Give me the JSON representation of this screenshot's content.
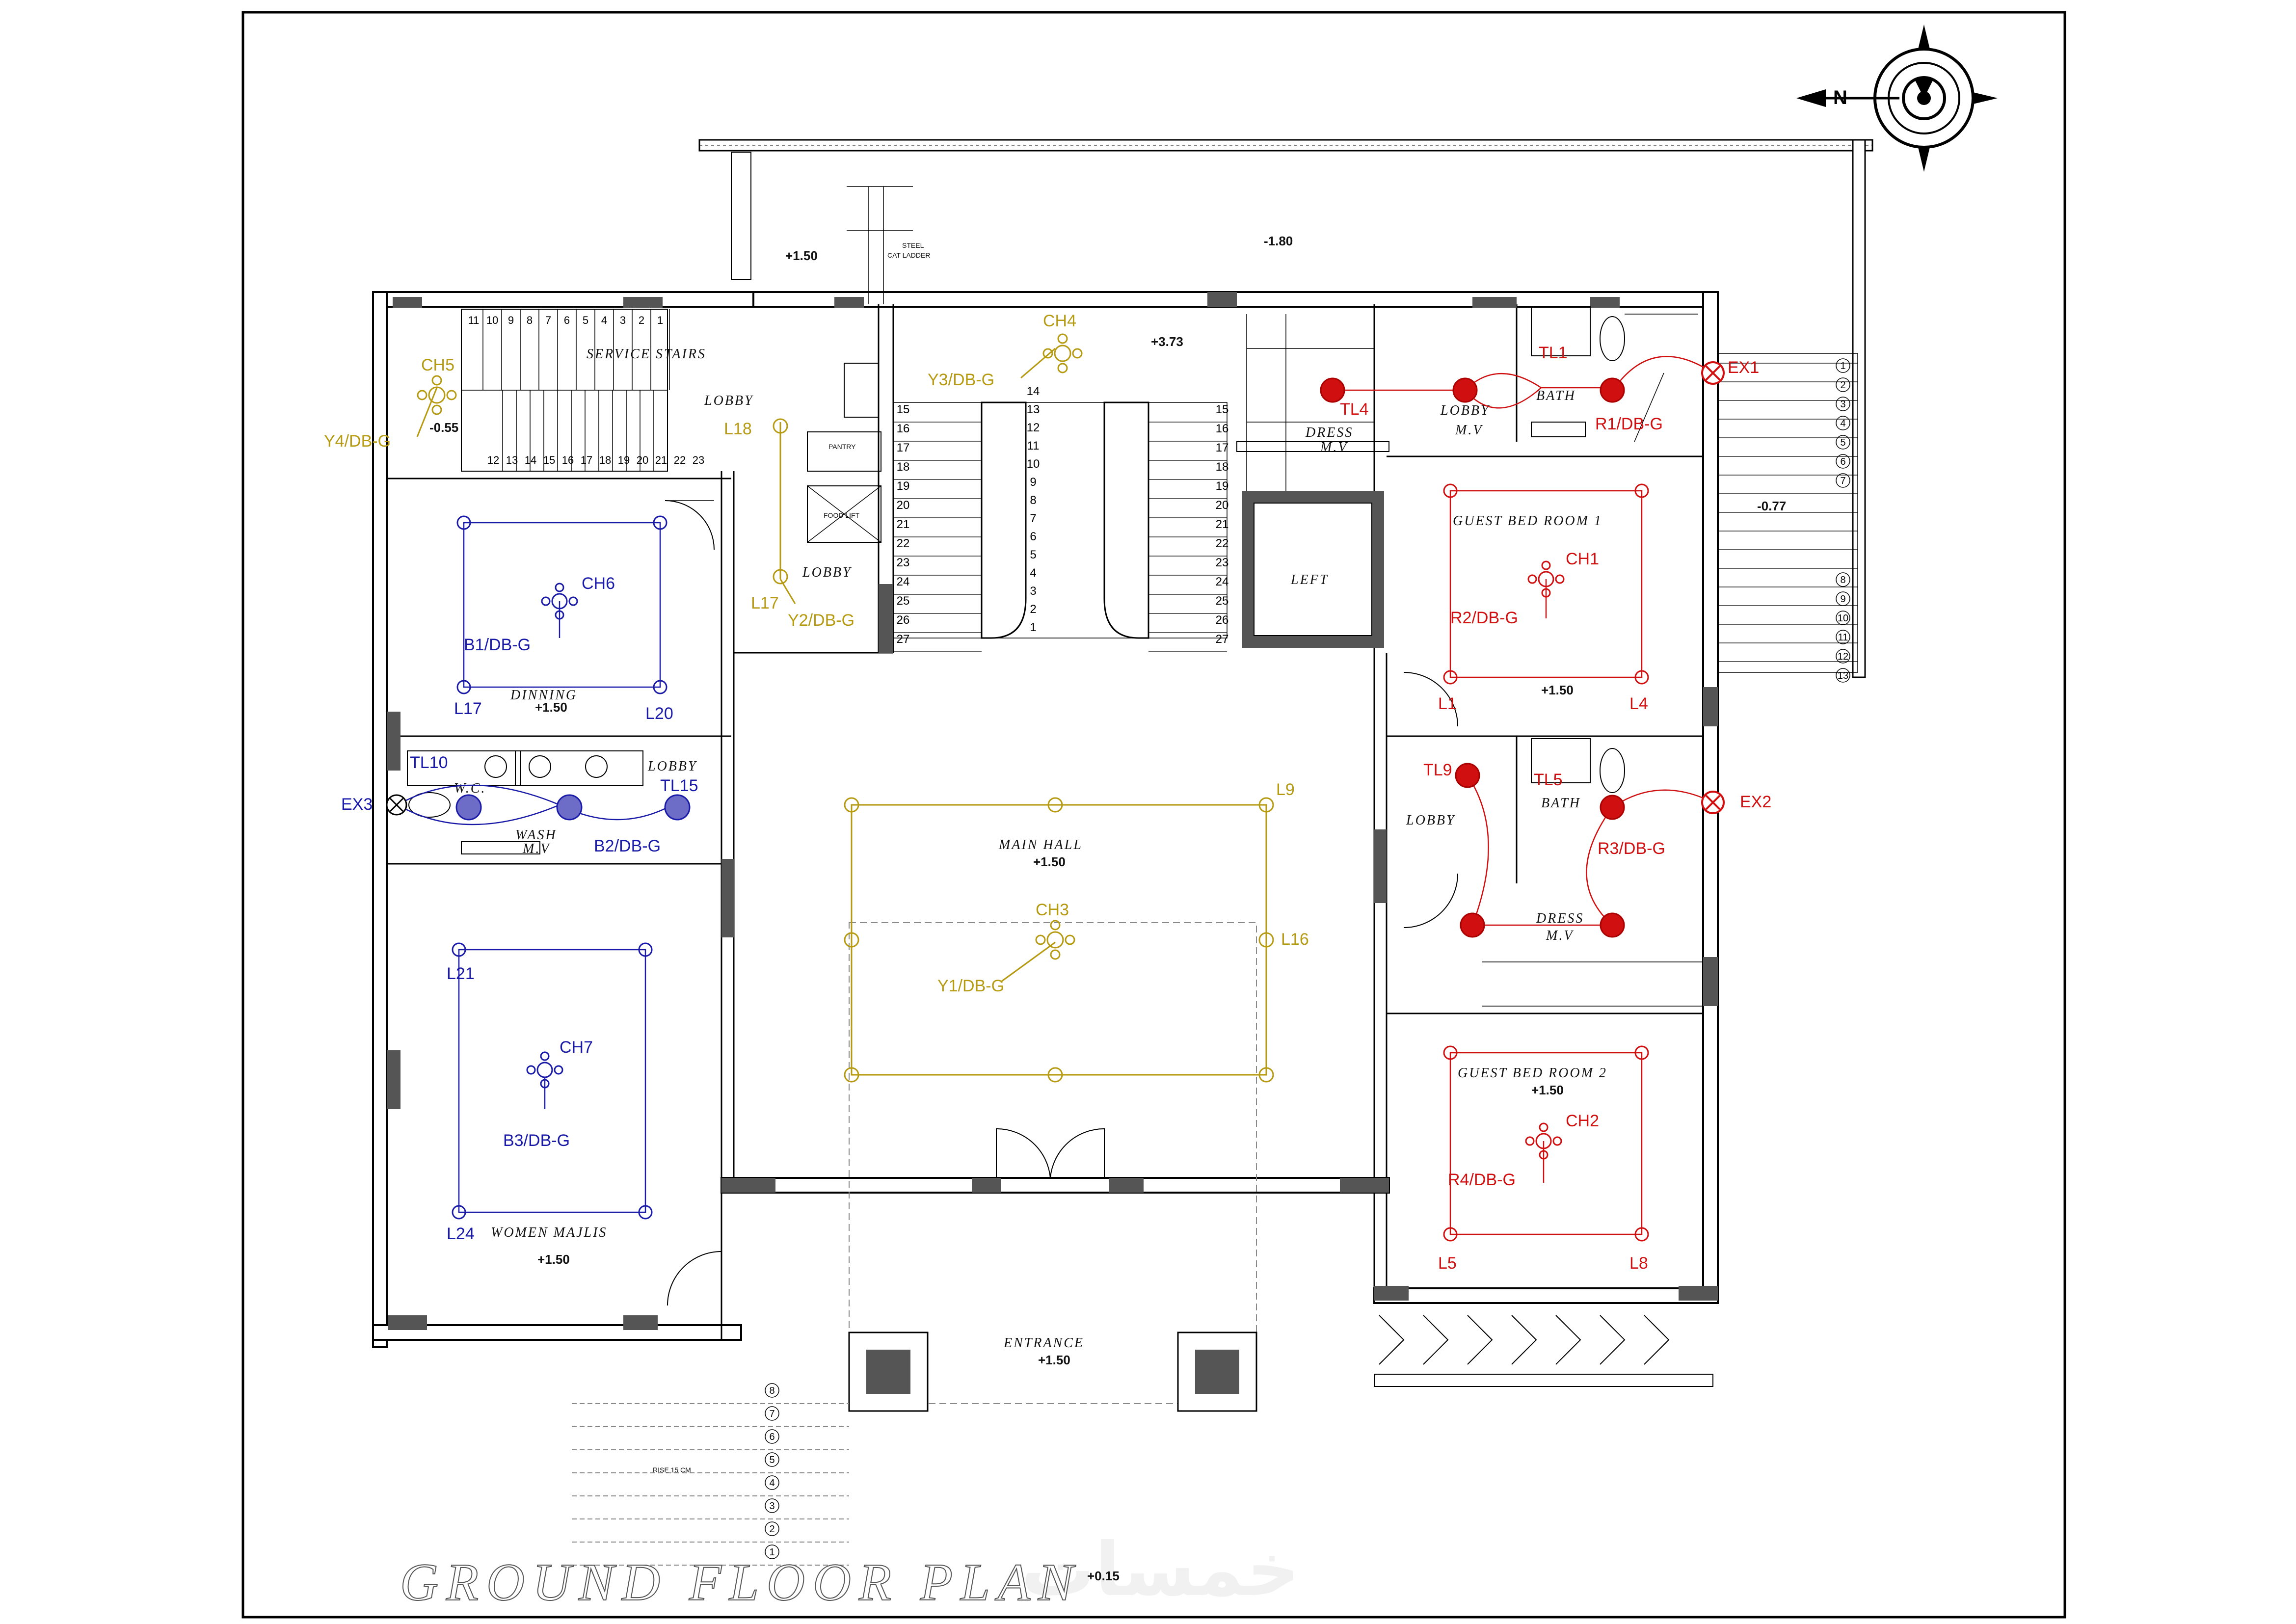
{
  "plan_title": "GROUND FLOOR PLAN",
  "title_level": "+0.15",
  "watermark": "خمسات",
  "north_label": "N",
  "rooms": {
    "service_stairs": "SERVICE STAIRS",
    "lobby_top": "LOBBY",
    "pantry": "PANTRY",
    "food_lift": "FOOD LIFT",
    "lobby_mid": "LOBBY",
    "steel_cat_ladder_1": "STEEL",
    "steel_cat_ladder_2": "CAT LADDER",
    "dress_top_1": "DRESS",
    "dress_top_2": "M.V",
    "lobby_top_right_1": "LOBBY",
    "lobby_top_right_2": "M.V",
    "bath_1": "BATH",
    "left": "LEFT",
    "guest_bed_1": "GUEST BED ROOM 1",
    "dinning": "DINNING",
    "lobby_left": "LOBBY",
    "wc": "W.C.",
    "wash_1": "WASH",
    "wash_2": "M.V",
    "main_hall": "MAIN HALL",
    "lobby_right": "LOBBY",
    "bath_2": "BATH",
    "dress_mid_1": "DRESS",
    "dress_mid_2": "M.V",
    "guest_bed_2": "GUEST BED ROOM 2",
    "women_majlis": "WOMEN MAJLIS",
    "entrance": "ENTRANCE",
    "rise": "RISE 15 CM"
  },
  "levels": {
    "stair_area": "+1.50",
    "top_court": "-1.80",
    "lobby_top": "+3.73",
    "ch5_area": "-0.55",
    "right_yard": "-0.77",
    "guest1": "+1.50",
    "dinning": "+1.50",
    "main_hall": "+1.50",
    "guest2": "+1.50",
    "women": "+1.50",
    "entrance": "+1.50"
  },
  "fixtures_yellow": {
    "ch5": "CH5",
    "y4": "Y4/DB-G",
    "ch4": "CH4",
    "y3": "Y3/DB-G",
    "l18": "L18",
    "l17_lobby": "L17",
    "y2": "Y2/DB-G",
    "l9": "L9",
    "ch3": "CH3",
    "l16": "L16",
    "y1": "Y1/DB-G"
  },
  "fixtures_blue": {
    "ch6": "CH6",
    "b1": "B1/DB-G",
    "l17": "L17",
    "l20": "L20",
    "tl10": "TL10",
    "tl15": "TL15",
    "ex3": "EX3",
    "b2": "B2/DB-G",
    "l21": "L21",
    "ch7": "CH7",
    "b3": "B3/DB-G",
    "l24": "L24"
  },
  "fixtures_red": {
    "tl1": "TL1",
    "ex1": "EX1",
    "tl4": "TL4",
    "r1": "R1/DB-G",
    "ch1": "CH1",
    "r2": "R2/DB-G",
    "l1": "L1",
    "l4": "L4",
    "tl9": "TL9",
    "tl5": "TL5",
    "ex2": "EX2",
    "r3": "R3/DB-G",
    "ch2": "CH2",
    "r4": "R4/DB-G",
    "l5": "L5",
    "l8": "L8"
  },
  "stair_numbers": {
    "service_top": [
      "11",
      "10",
      "9",
      "8",
      "7",
      "6",
      "5",
      "4",
      "3",
      "2",
      "1"
    ],
    "service_bottom": [
      "12",
      "13",
      "14",
      "15",
      "16",
      "17",
      "18",
      "19",
      "20",
      "21",
      "22",
      "23"
    ],
    "main_left": [
      "15",
      "16",
      "17",
      "18",
      "19",
      "20",
      "21",
      "22",
      "23",
      "24",
      "25",
      "26",
      "27"
    ],
    "main_center": [
      "14",
      "13",
      "12",
      "11",
      "10",
      "9",
      "8",
      "7",
      "6",
      "5",
      "4",
      "3",
      "2",
      "1"
    ],
    "main_right": [
      "15",
      "16",
      "17",
      "18",
      "19",
      "20",
      "21",
      "22",
      "23",
      "24",
      "25",
      "26",
      "27"
    ],
    "right_top": [
      "1",
      "2",
      "3",
      "4",
      "5",
      "6",
      "7"
    ],
    "right_bottom": [
      "8",
      "9",
      "10",
      "11",
      "12",
      "13"
    ],
    "entrance": [
      "8",
      "7",
      "6",
      "5",
      "4",
      "3",
      "2",
      "1"
    ]
  },
  "colors": {
    "yellow": "#b59a12",
    "blue": "#1a1aa8",
    "red": "#d01010",
    "wall": "#555555"
  }
}
